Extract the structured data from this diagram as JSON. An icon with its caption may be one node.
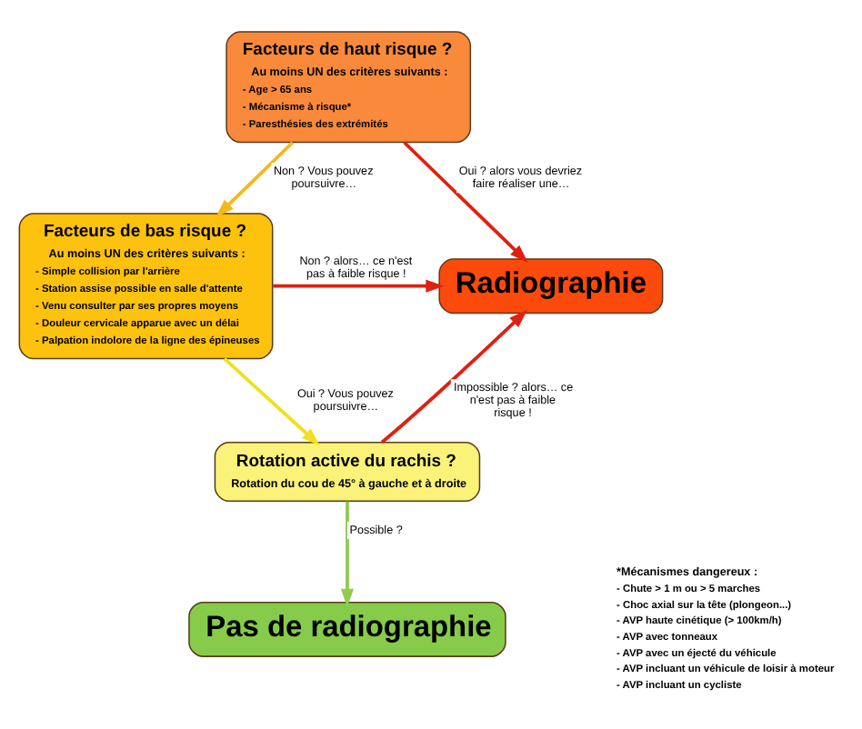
{
  "diagram": {
    "nodes": [
      {
        "text": [
          "Facteurs de haut risque ?",
          "Au moins UN des critères suivants :",
          "- Age > 65 ans",
          "- Mécanisme à risque*",
          "- Paresthésies des extrémités"
        ]
      },
      {
        "text": [
          "Facteurs de bas risque ?",
          "Au moins UN des critères suivants :",
          "- Simple collision par l'arrière",
          "- Station assise possible en salle d'attente",
          "- Venu consulter par ses propres moyens",
          "- Douleur cervicale apparue avec un délai",
          "- Palpation indolore de la ligne des épineuses"
        ]
      },
      {
        "text": [
          "Rotation active du rachis ?",
          "Rotation du cou de 45° à gauche et à droite"
        ]
      },
      {
        "text": [
          "Pas de radiographie"
        ]
      },
      {
        "text": [
          "Radiographie"
        ]
      }
    ],
    "edges": [
      {
        "from": 0,
        "to": 4,
        "arrow": "to",
        "label": "Oui ? alors vous devriez faire réaliser une…"
      },
      {
        "from": 0,
        "to": 1,
        "arrow": "to",
        "label": "Non ? Vous pouvez poursuivre…",
        "color": "#f5b81c"
      },
      {
        "from": 1,
        "to": 4,
        "arrow": "to",
        "label": "Non ? alors… ce n'est pas à faible risque !"
      },
      {
        "from": 1,
        "to": 2,
        "arrow": "to",
        "label": "Oui ? Vous pouvez poursuivre…",
        "color": "#f0e020"
      },
      {
        "from": 2,
        "to": 4,
        "arrow": "to",
        "label": "Impossible ? alors… ce n'est pas à faible risque !"
      },
      {
        "from": 2,
        "to": 3,
        "arrow": "to",
        "label": "Possible ?",
        "color": "#8fcc4f"
      }
    ],
    "labels": [
      "*Mécanismes dangereux :",
      "- Chute > 1 m ou > 5 marches",
      "- Choc axial sur la tête (plongeon...)",
      "- AVP haute cinétique (> 100km/h)",
      "- AVP avec tonneaux",
      "- AVP avec un éjecté du véhicule",
      "- AVP incluant un véhicule de loisir à moteur",
      "- AVP incluant un cycliste"
    ]
  }
}
